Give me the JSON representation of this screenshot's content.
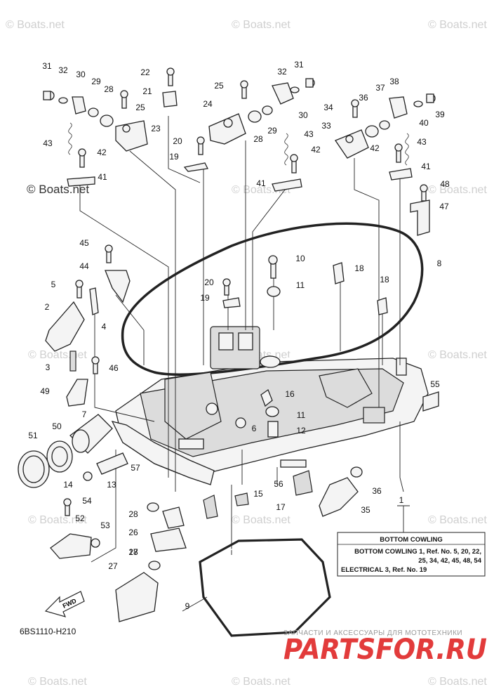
{
  "watermarks": {
    "boats_net": "© Boats.net"
  },
  "diagram_code": "6BS1110-H210",
  "forward_label": "FWD",
  "info_box": {
    "title": "BOTTOM COWLING",
    "line1": "BOTTOM COWLING 1, Ref. No. 5, 20, 22,",
    "line2": "25, 34, 42, 45, 48, 54",
    "line3": "ELECTRICAL 3, Ref. No. 19"
  },
  "brand": {
    "tagline": "ЗАПЧАСТИ И АКСЕССУАРЫ ДЛЯ МОТОТЕХНИКИ",
    "name": "PARTSFOR.RU"
  },
  "callouts": [
    "31",
    "32",
    "30",
    "29",
    "28",
    "25",
    "22",
    "21",
    "23",
    "43",
    "42",
    "41",
    "25",
    "24",
    "20",
    "19",
    "28",
    "29",
    "31",
    "32",
    "30",
    "43",
    "42",
    "41",
    "34",
    "33",
    "36",
    "37",
    "38",
    "39",
    "40",
    "42",
    "41",
    "43",
    "48",
    "47",
    "8",
    "45",
    "44",
    "10",
    "11",
    "18",
    "18",
    "5",
    "20",
    "19",
    "2",
    "4",
    "3",
    "46",
    "49",
    "7",
    "16",
    "11",
    "6",
    "12",
    "55",
    "51",
    "50",
    "57",
    "14",
    "13",
    "54",
    "52",
    "53",
    "28",
    "26",
    "17",
    "15",
    "56",
    "17",
    "36",
    "35",
    "1",
    "28",
    "27",
    "9"
  ]
}
